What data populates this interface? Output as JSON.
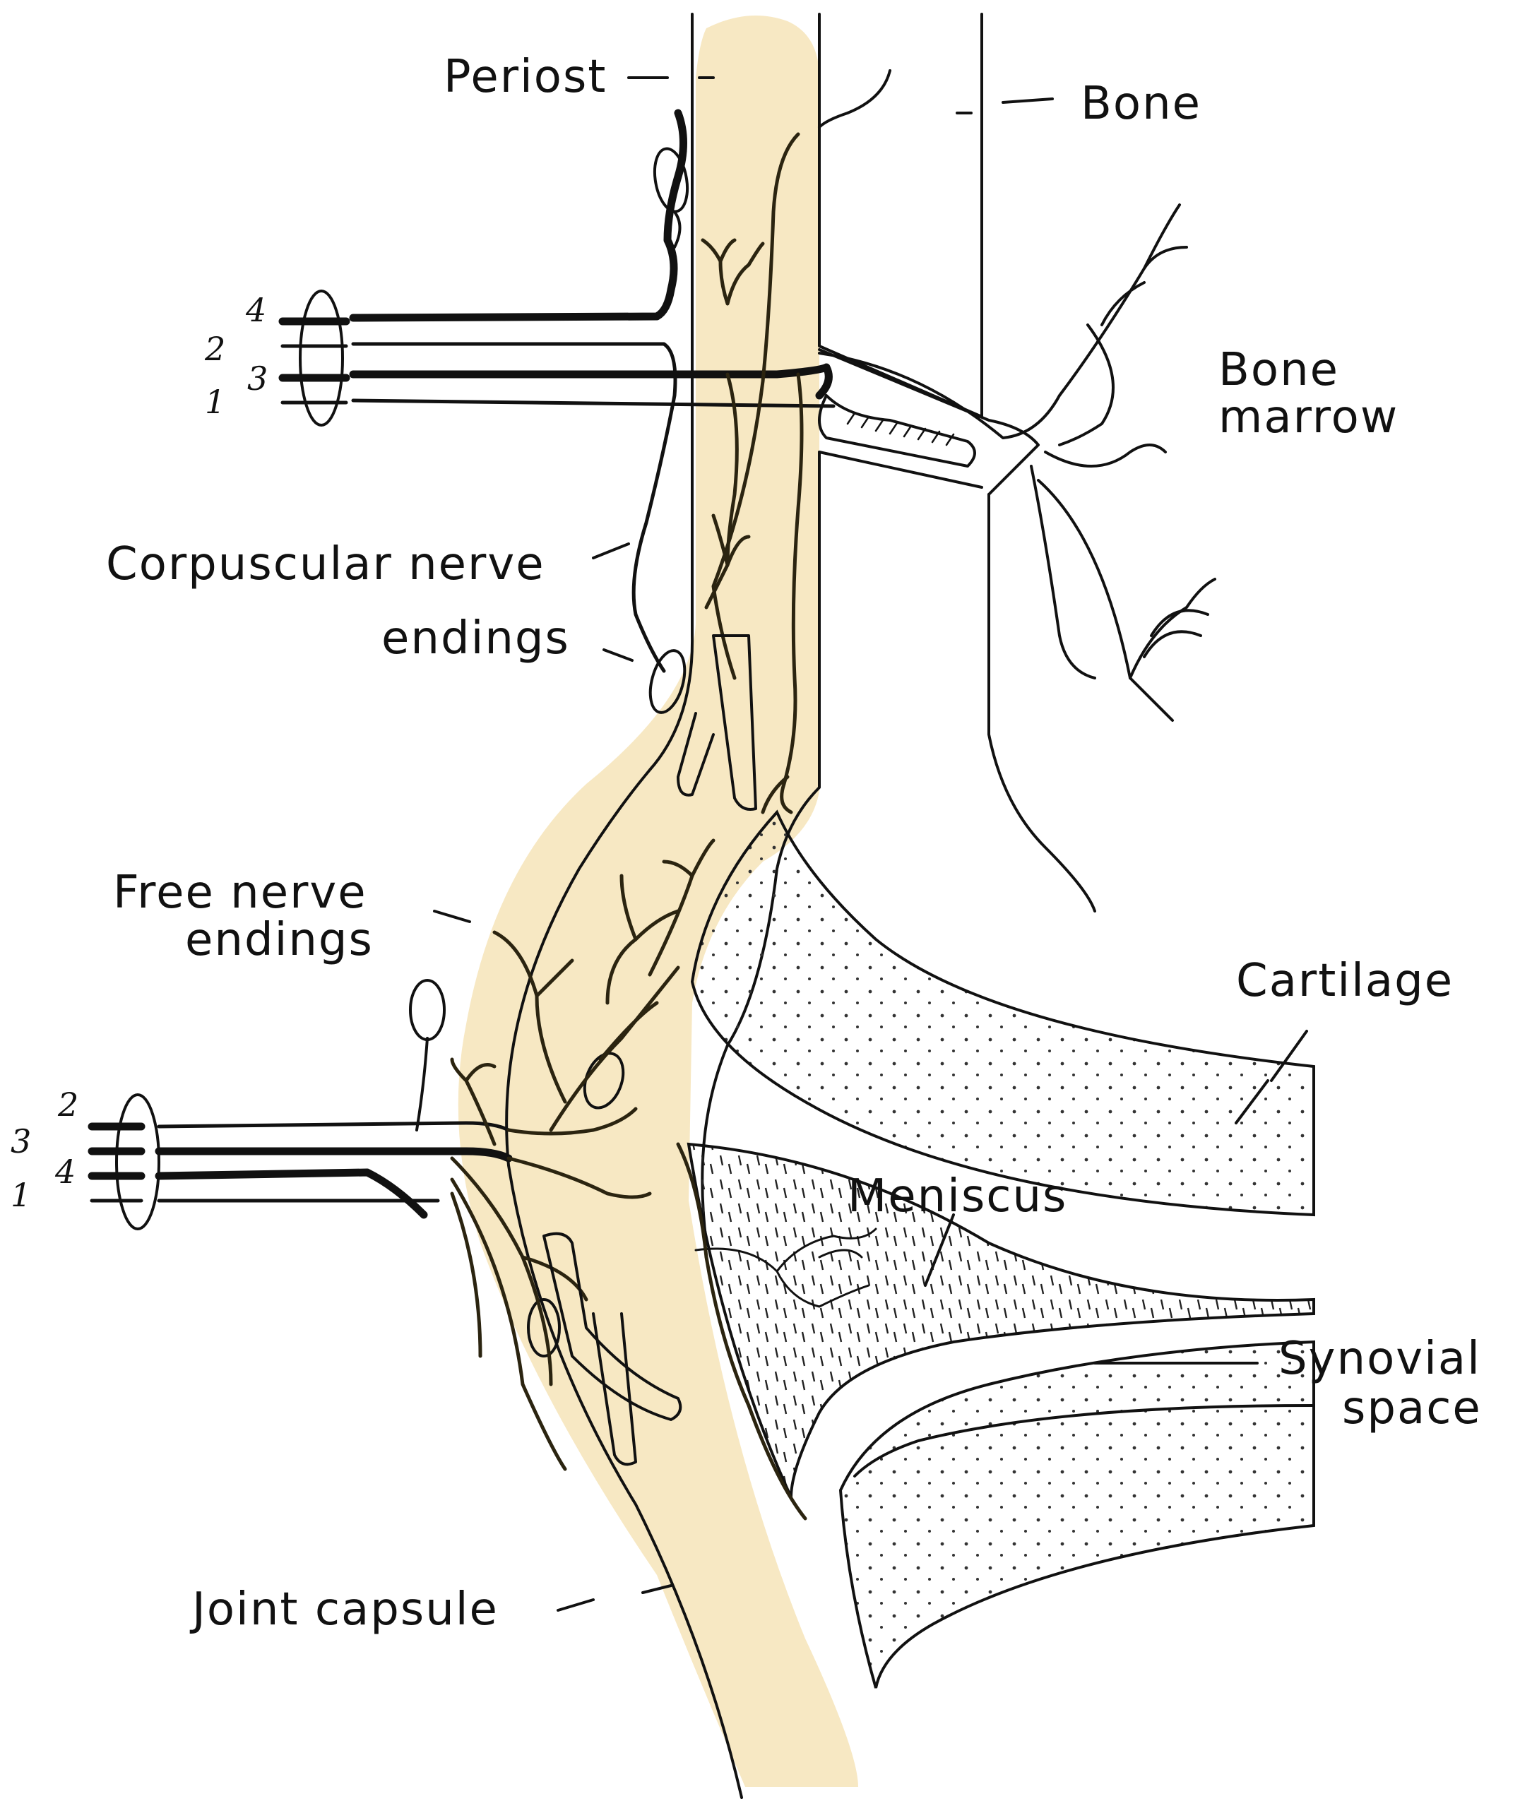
{
  "labels": {
    "periost": "Periost",
    "bone": "Bone",
    "bone_marrow_1": "Bone",
    "bone_marrow_2": "marrow",
    "corpuscular_1": "Corpuscular nerve",
    "corpuscular_2": "endings",
    "free_1": "Free nerve",
    "free_2": "endings",
    "cartilage": "Cartilage",
    "meniscus": "Meniscus",
    "synovial_1": "Synovial",
    "synovial_2": "space",
    "joint_capsule": "Joint capsule"
  },
  "fiber_numbers_upper": [
    "4",
    "2",
    "3",
    "1"
  ],
  "fiber_numbers_lower": [
    "2",
    "3",
    "4",
    "1"
  ],
  "colors": {
    "capsule_fill": "#f7e8c3",
    "ink": "#111111",
    "nerve_branch": "#2b2410"
  }
}
